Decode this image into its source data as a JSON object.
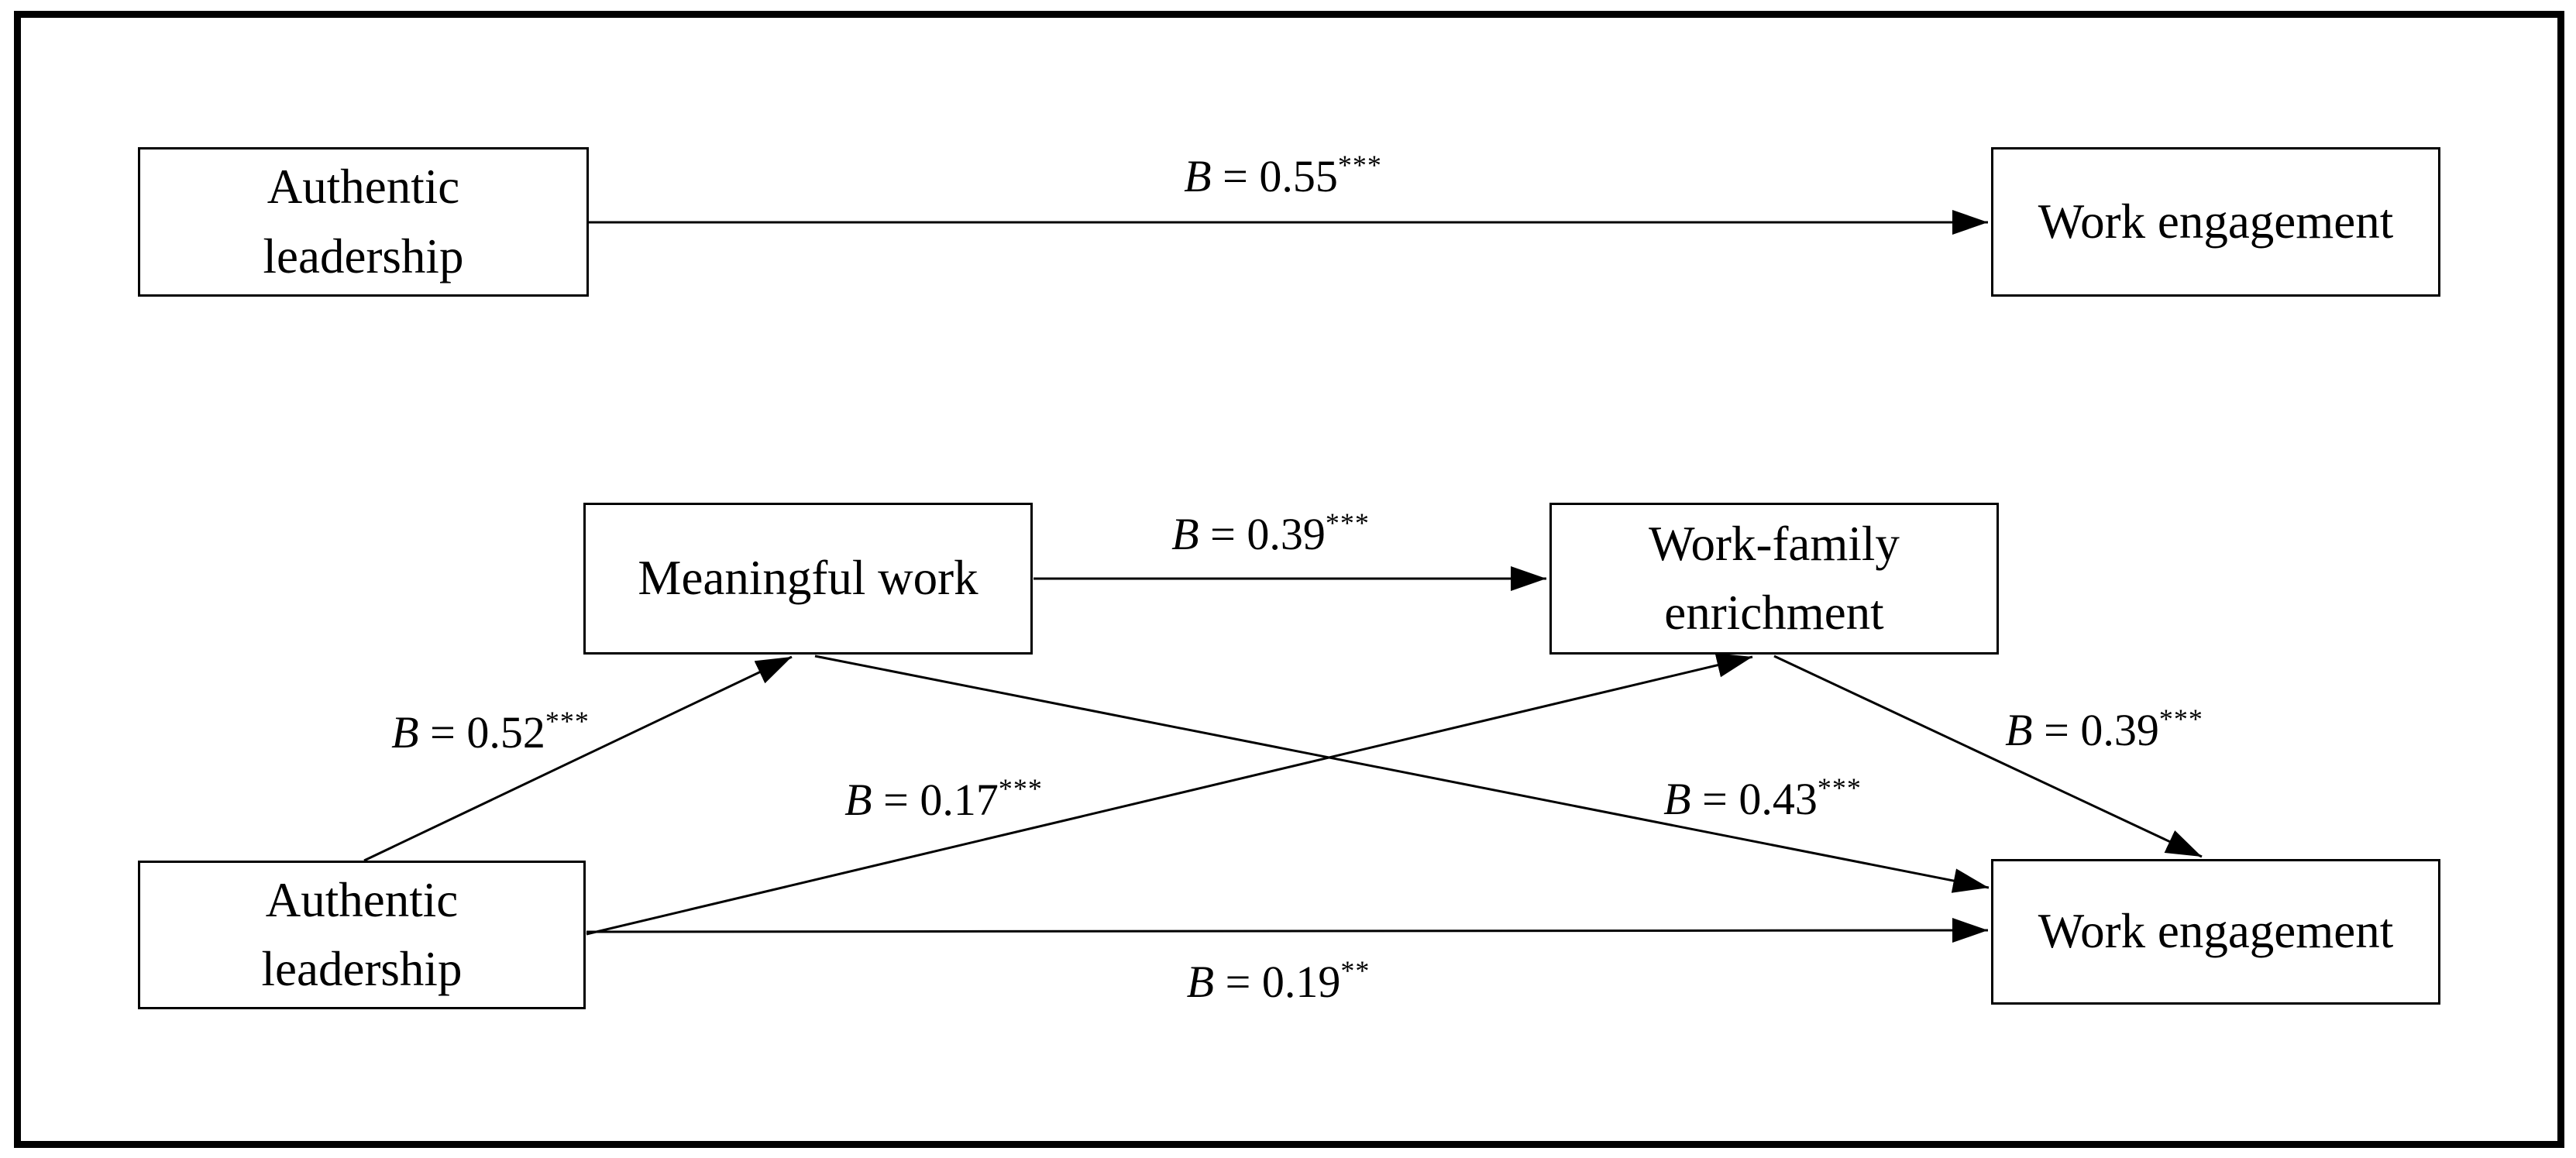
{
  "figure": {
    "background": "#ffffff",
    "line_color": "#000000",
    "box_border_color": "#000000",
    "text_color": "#000000",
    "nodes": {
      "top_authentic_leadership": {
        "label": "Authentic leadership"
      },
      "top_work_engagement": {
        "label": "Work engagement"
      },
      "meaningful_work": {
        "label": "Meaningful work"
      },
      "work_family_enrichment": {
        "label": "Work-family enrichment"
      },
      "bottom_authentic_leadership": {
        "label": "Authentic leadership"
      },
      "bottom_work_engagement": {
        "label": "Work engagement"
      }
    },
    "edges": [
      {
        "from": "Authentic leadership",
        "to": "Work engagement",
        "var": "B",
        "rest": " = 0.55",
        "stars": "***"
      },
      {
        "from": "Meaningful work",
        "to": "Work-family enrichment",
        "var": "B",
        "rest": " = 0.39",
        "stars": "***"
      },
      {
        "from": "Authentic leadership",
        "to": "Meaningful work",
        "var": "B",
        "rest": " = 0.52",
        "stars": "***"
      },
      {
        "from": "Authentic leadership",
        "to": "Work-family enrichment",
        "var": "B",
        "rest": " = 0.17",
        "stars": "***"
      },
      {
        "from": "Meaningful work",
        "to": "Work engagement",
        "var": "B",
        "rest": " = 0.43",
        "stars": "***"
      },
      {
        "from": "Work-family enrichment",
        "to": "Work engagement",
        "var": "B",
        "rest": " = 0.39",
        "stars": "***"
      },
      {
        "from": "Authentic leadership",
        "to": "Work engagement",
        "var": "B",
        "rest": " = 0.19",
        "stars": "**"
      }
    ]
  }
}
